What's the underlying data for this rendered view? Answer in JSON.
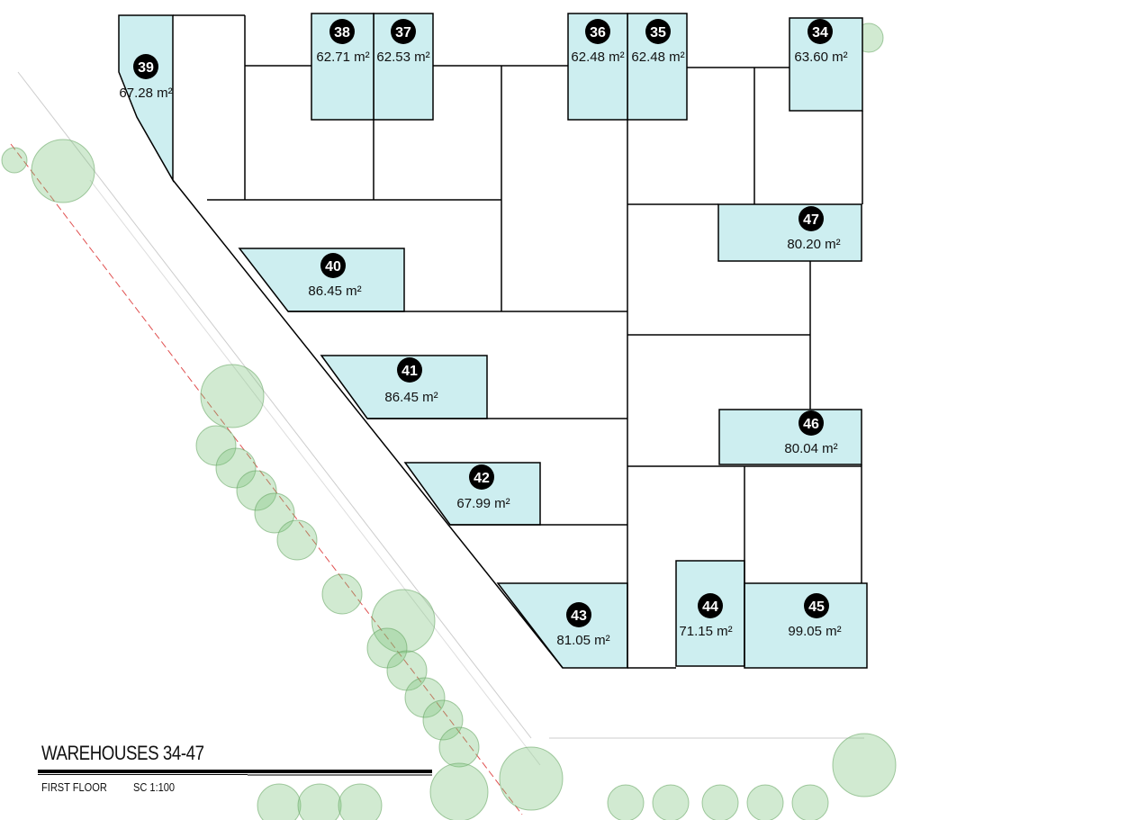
{
  "title": "WAREHOUSES 34-47",
  "floor": "FIRST FLOOR",
  "scale": "SC 1:100",
  "colors": {
    "unit_fill": "#cdeef0",
    "wall": "#000000",
    "tree": "#7cc47a",
    "road_line": "#e05050"
  },
  "units": [
    {
      "number": "34",
      "area": "63.60 m²"
    },
    {
      "number": "35",
      "area": "62.48 m²"
    },
    {
      "number": "36",
      "area": "62.48 m²"
    },
    {
      "number": "37",
      "area": "62.53 m²"
    },
    {
      "number": "38",
      "area": "62.71 m²"
    },
    {
      "number": "39",
      "area": "67.28 m²"
    },
    {
      "number": "40",
      "area": "86.45 m²"
    },
    {
      "number": "41",
      "area": "86.45 m²"
    },
    {
      "number": "42",
      "area": "67.99 m²"
    },
    {
      "number": "43",
      "area": "81.05 m²"
    },
    {
      "number": "44",
      "area": "71.15 m²"
    },
    {
      "number": "45",
      "area": "99.05 m²"
    },
    {
      "number": "46",
      "area": "80.04 m²"
    },
    {
      "number": "47",
      "area": "80.20 m²"
    }
  ]
}
